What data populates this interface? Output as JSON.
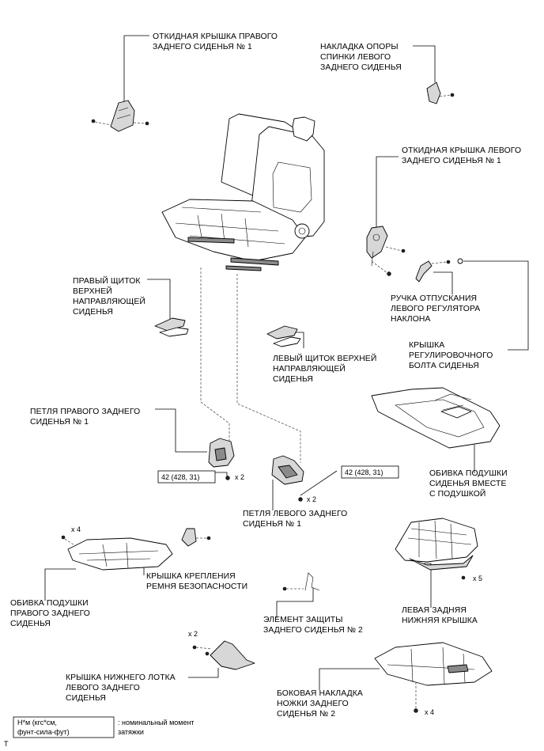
{
  "labels": {
    "right_flip_cover": [
      "ОТКИДНАЯ КРЫШКА ПРАВОГО",
      "ЗАДНЕГО СИДЕНЬЯ № 1"
    ],
    "left_backrest_support_trim": [
      "НАКЛАДКА ОПОРЫ",
      "СПИНКИ ЛЕВОГО",
      "ЗАДНЕГО СИДЕНЬЯ"
    ],
    "left_flip_cover": [
      "ОТКИДНАЯ КРЫШКА ЛЕВОГО",
      "ЗАДНЕГО СИДЕНЬЯ № 1"
    ],
    "right_upper_track_shield": [
      "ПРАВЫЙ ЩИТОК",
      "ВЕРХНЕЙ",
      "НАПРАВЛЯЮЩЕЙ",
      "СИДЕНЬЯ"
    ],
    "left_recliner_release_handle": [
      "РУЧКА ОТПУСКАНИЯ",
      "ЛЕВОГО РЕГУЛЯТОРА",
      "НАКЛОНА"
    ],
    "seat_adjuster_bolt_cover": [
      "КРЫШКА",
      "РЕГУЛИРОВОЧНОГО",
      "БОЛТА СИДЕНЬЯ"
    ],
    "left_upper_track_shield": [
      "ЛЕВЫЙ ЩИТОК ВЕРХНЕЙ",
      "НАПРАВЛЯЮЩЕЙ",
      "СИДЕНЬЯ"
    ],
    "right_rear_seat_hinge": [
      "ПЕТЛЯ ПРАВОГО ЗАДНЕГО",
      "СИДЕНЬЯ № 1"
    ],
    "cushion_cover_with_pad": [
      "ОБИВКА ПОДУШКИ",
      "СИДЕНЬЯ ВМЕСТЕ",
      "С ПОДУШКОЙ"
    ],
    "left_rear_seat_hinge": [
      "ПЕТЛЯ ЛЕВОГО ЗАДНЕГО",
      "СИДЕНЬЯ № 1"
    ],
    "seat_belt_anchor_cover": [
      "КРЫШКА КРЕПЛЕНИЯ",
      "РЕМНЯ БЕЗОПАСНОСТИ"
    ],
    "right_rear_cushion_cover": [
      "ОБИВКА ПОДУШКИ",
      "ПРАВОГО ЗАДНЕГО",
      "СИДЕНЬЯ"
    ],
    "left_rear_lower_cover": [
      "ЛЕВАЯ ЗАДНЯЯ",
      "НИЖНЯЯ КРЫШКА"
    ],
    "rear_seat_protector_2": [
      "ЭЛЕМЕНТ ЗАЩИТЫ",
      "ЗАДНЕГО СИДЕНЬЯ № 2"
    ],
    "left_lower_tray_cover": [
      "КРЫШКА НИЖНЕГО ЛОТКА",
      "ЛЕВОГО ЗАДНЕГО",
      "СИДЕНЬЯ"
    ],
    "rear_seat_leg_side_trim_2": [
      "БОКОВАЯ НАКЛАДКА",
      "НОЖКИ ЗАДНЕГО",
      "СИДЕНЬЯ № 2"
    ]
  },
  "torque": {
    "right_hinge": "42 (428, 31)",
    "left_hinge": "42 (428, 31)"
  },
  "quantities": {
    "right_hinge_bolts": "x 2",
    "left_hinge_bolts": "x 2",
    "right_cushion_screws": "x 4",
    "lower_cover_screws": "x 5",
    "tray_cover_screws": "x 2",
    "leg_trim_screws": "x 4"
  },
  "legend": {
    "units_box": [
      "Н*м (кгс*см,",
      "фунт-сила-фут)"
    ],
    "description": [
      ": номинальный момент",
      "затяжки"
    ]
  },
  "corner_mark": "T"
}
